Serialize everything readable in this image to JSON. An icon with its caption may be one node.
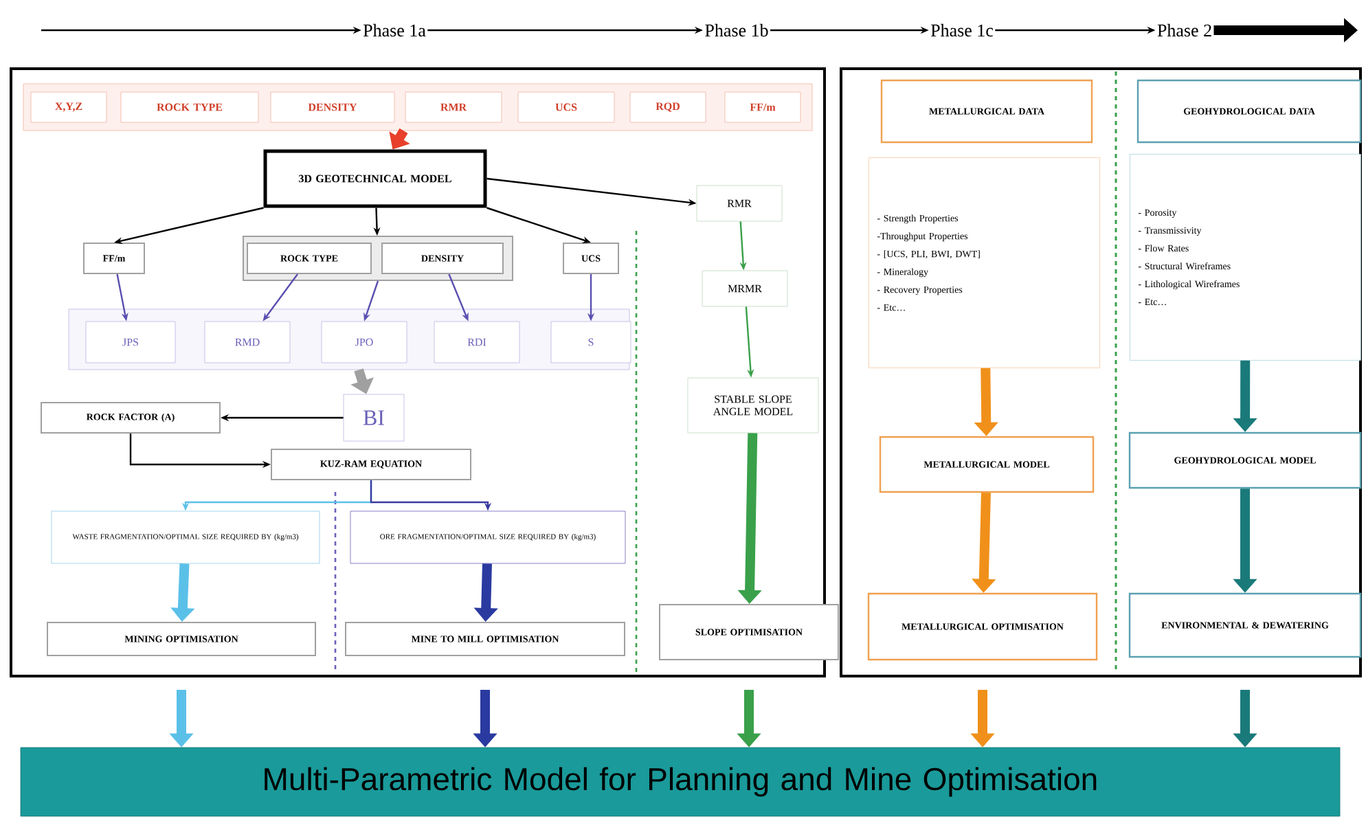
{
  "diagram": {
    "nodes": [
      {
        "text": [
          "Phase 1a"
        ]
      },
      {
        "text": [
          "Phase 1b"
        ]
      },
      {
        "text": [
          "Phase 1c"
        ]
      },
      {
        "text": [
          "Phase 2"
        ]
      },
      {
        "text": [],
        "shape": "box"
      },
      {
        "text": [],
        "shape": "box"
      },
      {
        "text": [],
        "shape": "box",
        "in": 4
      },
      {
        "text": [
          "X,Y,Z"
        ],
        "in": 6
      },
      {
        "text": [
          "ROCK TYPE"
        ],
        "in": 6
      },
      {
        "text": [
          "DENSITY"
        ],
        "in": 6
      },
      {
        "text": [
          "RMR"
        ],
        "in": 6
      },
      {
        "text": [
          "UCS"
        ],
        "in": 6
      },
      {
        "text": [
          "RQD"
        ],
        "in": 6
      },
      {
        "text": [
          "FF/m"
        ],
        "in": 6
      },
      {
        "text": [
          "3D GEOTECHNICAL MODEL"
        ],
        "in": 4
      },
      {
        "text": [
          "FF/m"
        ],
        "in": 4
      },
      {
        "text": [],
        "shape": "box",
        "in": 4
      },
      {
        "text": [
          "ROCK TYPE"
        ],
        "in": 16
      },
      {
        "text": [
          "DENSITY"
        ],
        "in": 16
      },
      {
        "text": [
          "UCS"
        ],
        "in": 4
      },
      {
        "text": [],
        "shape": "box",
        "in": 4
      },
      {
        "text": [
          "JPS"
        ],
        "in": 20
      },
      {
        "text": [
          "RMD"
        ],
        "in": 20
      },
      {
        "text": [
          "JPO"
        ],
        "in": 20
      },
      {
        "text": [
          "RDI"
        ],
        "in": 20
      },
      {
        "text": [
          "S"
        ],
        "in": 20
      },
      {
        "text": [
          "BI"
        ],
        "in": 4
      },
      {
        "text": [
          "ROCK FACTOR (A)"
        ],
        "in": 4
      },
      {
        "text": [
          "KUZ-RAM EQUATION"
        ],
        "in": 4
      },
      {
        "text": [
          "WASTE FRAGMENTATION/OPTIMAL SIZE REQUIRED BY (kg/m3)"
        ],
        "in": 4
      },
      {
        "text": [
          "ORE FRAGMENTATION/OPTIMAL SIZE REQUIRED BY (kg/m3)"
        ],
        "in": 4
      },
      {
        "text": [
          "MINING OPTIMISATION"
        ],
        "in": 4
      },
      {
        "text": [
          "MINE TO MILL OPTIMISATION"
        ],
        "in": 4
      },
      {
        "text": [
          "RMR"
        ],
        "in": 4
      },
      {
        "text": [
          "MRMR"
        ],
        "in": 4
      },
      {
        "text": [
          "STABLE SLOPE ANGLE MODEL"
        ],
        "in": 4
      },
      {
        "text": [
          "SLOPE OPTIMISATION"
        ],
        "in": 4
      },
      {
        "text": [
          "METALLURGICAL DATA"
        ],
        "in": 5
      },
      {
        "text": [
          "- Strength Properties",
          "-Throughput Properties",
          "- [UCS, PLI, BWI, DWT]",
          "- Mineralogy",
          "- Recovery Properties",
          "- Etc…"
        ],
        "in": 5
      },
      {
        "text": [
          "METALLURGICAL MODEL"
        ],
        "in": 5
      },
      {
        "text": [
          "METALLURGICAL OPTIMISATION"
        ],
        "in": 5
      },
      {
        "text": [
          "GEOHYDROLOGICAL DATA"
        ],
        "in": 5
      },
      {
        "text": [
          "- Porosity",
          "- Transmissivity",
          "- Flow Rates",
          "- Structural Wireframes",
          "- Lithological Wireframes",
          "- Etc…"
        ],
        "in": 5
      },
      {
        "text": [
          "GEOHYDROLOGICAL MODEL"
        ],
        "in": 5
      },
      {
        "text": [
          "ENVIRONMENTAL & DEWATERING"
        ],
        "in": 5
      },
      {
        "text": [
          "Multi-Parametric Model for Planning and Mine Optimisation"
        ]
      }
    ],
    "edges": [
      {
        "from": null,
        "to": 0,
        "arrow": "to"
      },
      {
        "from": 0,
        "to": 1,
        "arrow": "to"
      },
      {
        "from": 1,
        "to": 2,
        "arrow": "to"
      },
      {
        "from": 2,
        "to": 3,
        "arrow": "to"
      },
      {
        "from": 3,
        "to": null,
        "arrow": "to",
        "style": "thick"
      },
      {
        "from": 6,
        "to": 14,
        "arrow": "to",
        "style": "thick",
        "color": "#e8402a"
      },
      {
        "from": 14,
        "to": 15,
        "arrow": "to"
      },
      {
        "from": 14,
        "to": 16,
        "arrow": "to"
      },
      {
        "from": 14,
        "to": 19,
        "arrow": "to"
      },
      {
        "from": 14,
        "to": 33,
        "arrow": "to"
      },
      {
        "from": 15,
        "to": 21,
        "arrow": "to",
        "color": "#5a4fb0"
      },
      {
        "from": 17,
        "to": 22,
        "arrow": "to",
        "color": "#5a4fb0"
      },
      {
        "from": 16,
        "to": 23,
        "arrow": "to",
        "color": "#5a4fb0"
      },
      {
        "from": 18,
        "to": 24,
        "arrow": "to",
        "color": "#5a4fb0"
      },
      {
        "from": 19,
        "to": 25,
        "arrow": "to",
        "color": "#5a4fb0"
      },
      {
        "from": 20,
        "to": 26,
        "arrow": "to",
        "style": "thick",
        "color": "#a0a0a0"
      },
      {
        "from": 26,
        "to": 27,
        "arrow": "to"
      },
      {
        "from": 27,
        "to": 28,
        "arrow": "to"
      },
      {
        "from": 28,
        "to": 29,
        "arrow": "to",
        "color": "#5bc0e8"
      },
      {
        "from": 28,
        "to": 30,
        "arrow": "to",
        "color": "#3a3aa0"
      },
      {
        "from": 29,
        "to": 31,
        "arrow": "to",
        "style": "thick",
        "color": "#5bc0e8"
      },
      {
        "from": 30,
        "to": 32,
        "arrow": "to",
        "style": "thick",
        "color": "#2a3aa0"
      },
      {
        "from": 33,
        "to": 34,
        "arrow": "to",
        "color": "#3aa04a"
      },
      {
        "from": 34,
        "to": 35,
        "arrow": "to",
        "color": "#3aa04a"
      },
      {
        "from": 35,
        "to": 36,
        "arrow": "to",
        "style": "thick",
        "color": "#3aa04a"
      },
      {
        "from": 38,
        "to": 39,
        "arrow": "to",
        "style": "thick",
        "color": "#f0901a"
      },
      {
        "from": 39,
        "to": 40,
        "arrow": "to",
        "style": "thick",
        "color": "#f0901a"
      },
      {
        "from": 42,
        "to": 43,
        "arrow": "to",
        "style": "thick",
        "color": "#1a7a7a"
      },
      {
        "from": 43,
        "to": 44,
        "arrow": "to",
        "style": "thick",
        "color": "#1a7a7a"
      },
      {
        "from": 31,
        "to": 45,
        "arrow": "to",
        "style": "thick",
        "color": "#5bc0e8"
      },
      {
        "from": 32,
        "to": 45,
        "arrow": "to",
        "style": "thick",
        "color": "#2a3aa0"
      },
      {
        "from": 36,
        "to": 45,
        "arrow": "to",
        "style": "thick",
        "color": "#3aa04a"
      },
      {
        "from": 40,
        "to": 45,
        "arrow": "to",
        "style": "thick",
        "color": "#f0901a"
      },
      {
        "from": 44,
        "to": 45,
        "arrow": "to",
        "style": "thick",
        "color": "#1a7a7a"
      }
    ]
  }
}
